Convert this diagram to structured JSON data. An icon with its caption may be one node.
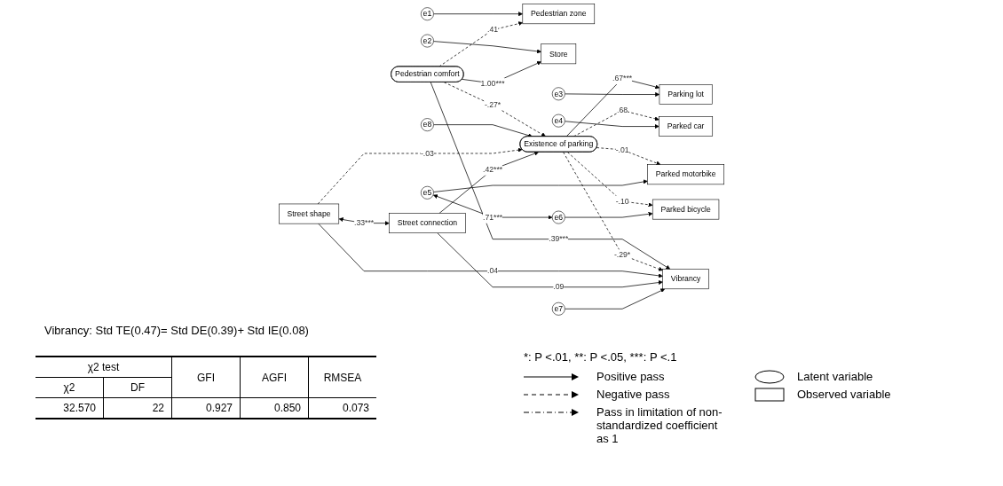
{
  "diagram": {
    "nodes": [
      {
        "text": [
          "e1"
        ]
      },
      {
        "text": [
          "Pedestrian zone"
        ]
      },
      {
        "text": [
          "e2"
        ]
      },
      {
        "text": [
          "Store"
        ]
      },
      {
        "text": [
          "Pedestrian comfort"
        ]
      },
      {
        "text": [
          "e8"
        ]
      },
      {
        "text": [
          "Existence of parking"
        ]
      },
      {
        "text": [
          "Parking lot"
        ]
      },
      {
        "text": [
          "e3"
        ]
      },
      {
        "text": [
          "Parked car"
        ]
      },
      {
        "text": [
          "e4"
        ]
      },
      {
        "text": [
          "Parked motorbike"
        ]
      },
      {
        "text": [
          "e5"
        ]
      },
      {
        "text": [
          "Parked bicycle"
        ]
      },
      {
        "text": [
          "e6"
        ]
      },
      {
        "text": [
          "Street shape"
        ]
      },
      {
        "text": [
          "Street connection"
        ]
      },
      {
        "text": [
          "Vibrancy"
        ]
      },
      {
        "text": [
          "e7"
        ]
      }
    ],
    "edges": [
      {
        "from": 0,
        "to": 1,
        "arrow": "to"
      },
      {
        "from": 2,
        "to": 3,
        "arrow": "to"
      },
      {
        "from": 4,
        "to": 1,
        "arrow": "to",
        "label": ".41",
        "style": "dashed"
      },
      {
        "from": 4,
        "to": 3,
        "arrow": "to",
        "label": "1.00***"
      },
      {
        "from": 4,
        "to": 6,
        "arrow": "to",
        "label": "-.27*",
        "style": "dashed"
      },
      {
        "from": 5,
        "to": 6,
        "arrow": "to"
      },
      {
        "from": 6,
        "to": 7,
        "arrow": "to",
        "label": ".67***"
      },
      {
        "from": 6,
        "to": 9,
        "arrow": "to",
        "label": ".68",
        "style": "dashed"
      },
      {
        "from": 6,
        "to": 11,
        "arrow": "to",
        "label": "-.01",
        "style": "dashed"
      },
      {
        "from": 6,
        "to": 13,
        "arrow": "to",
        "label": "-.10",
        "style": "dashed"
      },
      {
        "from": 8,
        "to": 7,
        "arrow": "to"
      },
      {
        "from": 10,
        "to": 9,
        "arrow": "to"
      },
      {
        "from": 12,
        "to": 11,
        "arrow": "to"
      },
      {
        "from": 14,
        "to": 13,
        "arrow": "to"
      },
      {
        "from": 12,
        "to": 14,
        "arrow": "both",
        "label": ".71***"
      },
      {
        "from": 15,
        "to": 6,
        "arrow": "to",
        "label": "-.03",
        "style": "dashed"
      },
      {
        "from": 16,
        "to": 6,
        "arrow": "to",
        "label": ".42***"
      },
      {
        "from": 4,
        "to": 17,
        "arrow": "to",
        "label": ".39***"
      },
      {
        "from": 6,
        "to": 17,
        "arrow": "to",
        "label": "-.29*",
        "style": "dashed"
      },
      {
        "from": 15,
        "to": 17,
        "arrow": "to",
        "label": ".04"
      },
      {
        "from": 16,
        "to": 17,
        "arrow": "to",
        "label": ".09"
      },
      {
        "from": 15,
        "to": 16,
        "arrow": "both",
        "label": ".33***"
      },
      {
        "from": 18,
        "to": 17,
        "arrow": "to"
      }
    ],
    "labels": [
      "Vibrancy: Std TE(0.47)= Std DE(0.39)+ Std IE(0.08)",
      "χ2 test",
      "GFI",
      "AGFI",
      "RMSEA",
      "χ2",
      "DF",
      "32.570",
      "22",
      "0.927",
      "0.850",
      "0.073",
      "*: P <.01, **: P <.05, ***: P <.1"
    ],
    "legend": [
      {
        "text": "Positive pass"
      },
      {
        "text": "Negative pass"
      },
      {
        "text": "Pass in limitation of non-standardized coefficient as 1"
      },
      {
        "text": "Latent variable"
      },
      {
        "text": "Observed variable"
      }
    ]
  }
}
